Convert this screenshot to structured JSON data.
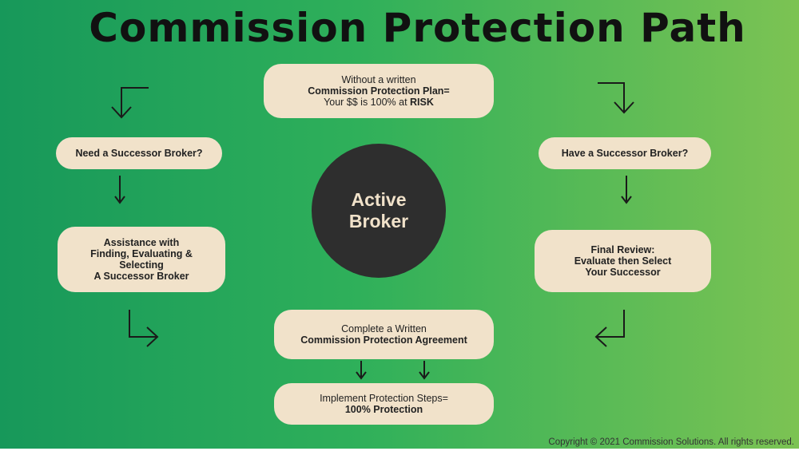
{
  "title": "Commission Protection Path",
  "center": {
    "line1": "Active",
    "line2": "Broker"
  },
  "top_box": {
    "line1": "Without a written",
    "line2": "Commission Protection Plan=",
    "line3a": "Your $$ is 100% at ",
    "line3b": "RISK"
  },
  "left": {
    "need": "Need a Successor Broker?",
    "assist": [
      "Assistance with",
      "Finding, Evaluating &",
      "Selecting",
      "A Successor Broker"
    ]
  },
  "right": {
    "have": "Have a Successor Broker?",
    "review": [
      "Final Review:",
      "Evaluate then Select",
      "Your Successor"
    ]
  },
  "complete": {
    "line1": "Complete a Written",
    "line2": "Commission Protection Agreement"
  },
  "implement": {
    "line1": "Implement Protection Steps=",
    "line2": "100% Protection"
  },
  "copyright": "Copyright © 2021 Commission Solutions. All rights reserved."
}
